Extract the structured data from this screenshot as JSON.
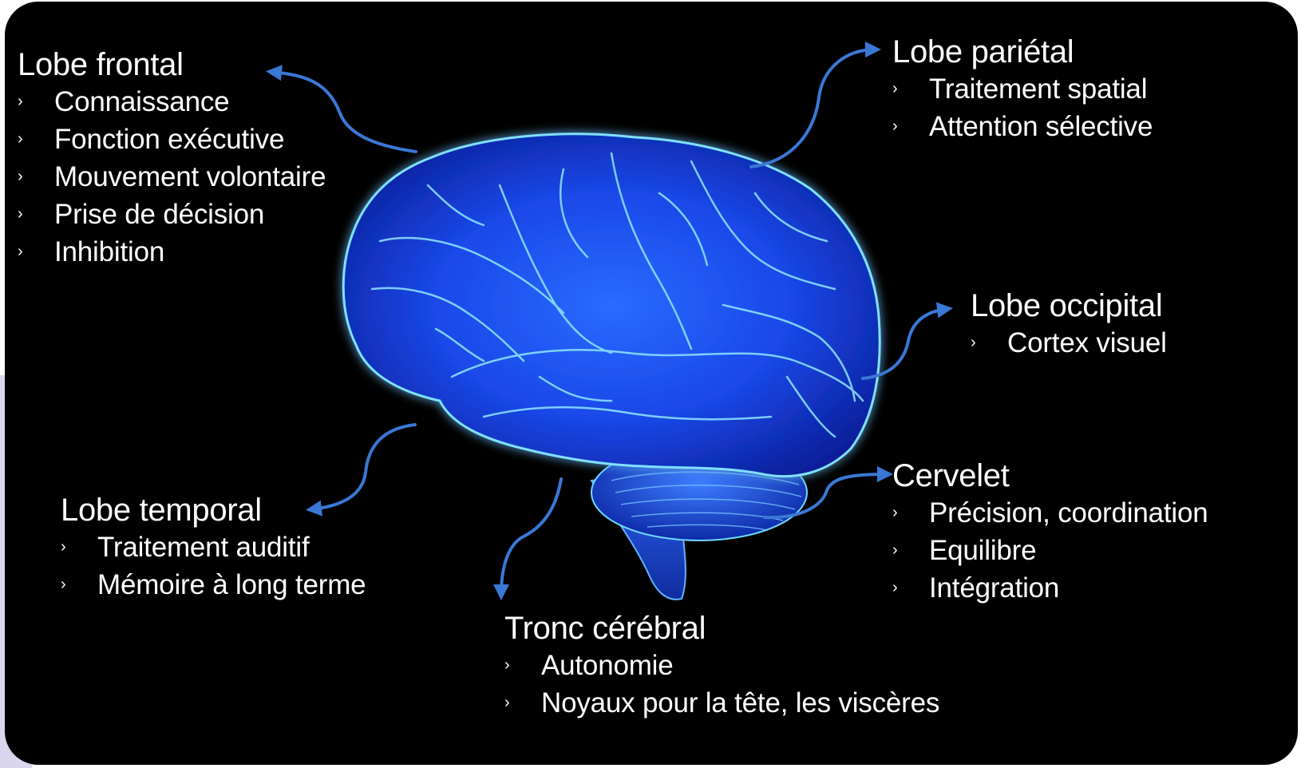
{
  "colors": {
    "background": "#000000",
    "text": "#ffffff",
    "arrow": "#3a78d6",
    "brain_glow": "#1f55ff",
    "brain_highlight": "#6fd8ff"
  },
  "bullet_glyph": "›",
  "lobes": {
    "frontal": {
      "title": "Lobe frontal",
      "items": [
        "Connaissance",
        "Fonction exécutive",
        "Mouvement volontaire",
        "Prise de décision",
        "Inhibition"
      ]
    },
    "parietal": {
      "title": "Lobe pariétal",
      "items": [
        "Traitement spatial",
        "Attention sélective"
      ]
    },
    "occipital": {
      "title": "Lobe occipital",
      "items": [
        "Cortex visuel"
      ]
    },
    "temporal": {
      "title": "Lobe temporal",
      "items": [
        "Traitement auditif",
        "Mémoire à long terme"
      ]
    },
    "cervelet": {
      "title": "Cervelet",
      "items": [
        "Précision, coordination",
        "Equilibre",
        "Intégration"
      ]
    },
    "tronc": {
      "title": "Tronc cérébral",
      "items": [
        "Autonomie",
        "Noyaux pour la tête, les viscères"
      ]
    }
  }
}
